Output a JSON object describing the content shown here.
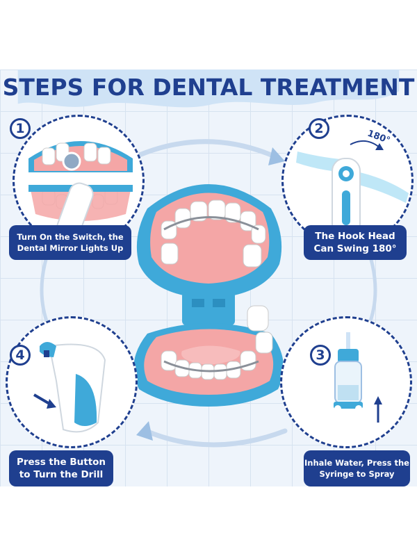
{
  "title": "STEPS FOR DENTAL TREATMENT",
  "colors": {
    "navy": "#1f3f8f",
    "accent_blue": "#3fa9d9",
    "gum_pink": "#f4a6a6",
    "grid_bg": "#eef4fb"
  },
  "steps": [
    {
      "number": "1",
      "line1": "Turn On the Switch, the",
      "line2": "Dental Mirror Lights Up",
      "icon": "dental-mirror-icon"
    },
    {
      "number": "2",
      "line1": "The Hook Head",
      "line2": "Can Swing 180°",
      "icon": "hook-tool-icon",
      "rotation_label": "180°"
    },
    {
      "number": "3",
      "line1": "Inhale Water, Press the",
      "line2": "Syringe to Spray",
      "icon": "syringe-icon"
    },
    {
      "number": "4",
      "line1": "Press the Button",
      "line2": "to Turn the Drill",
      "icon": "drill-icon"
    }
  ]
}
